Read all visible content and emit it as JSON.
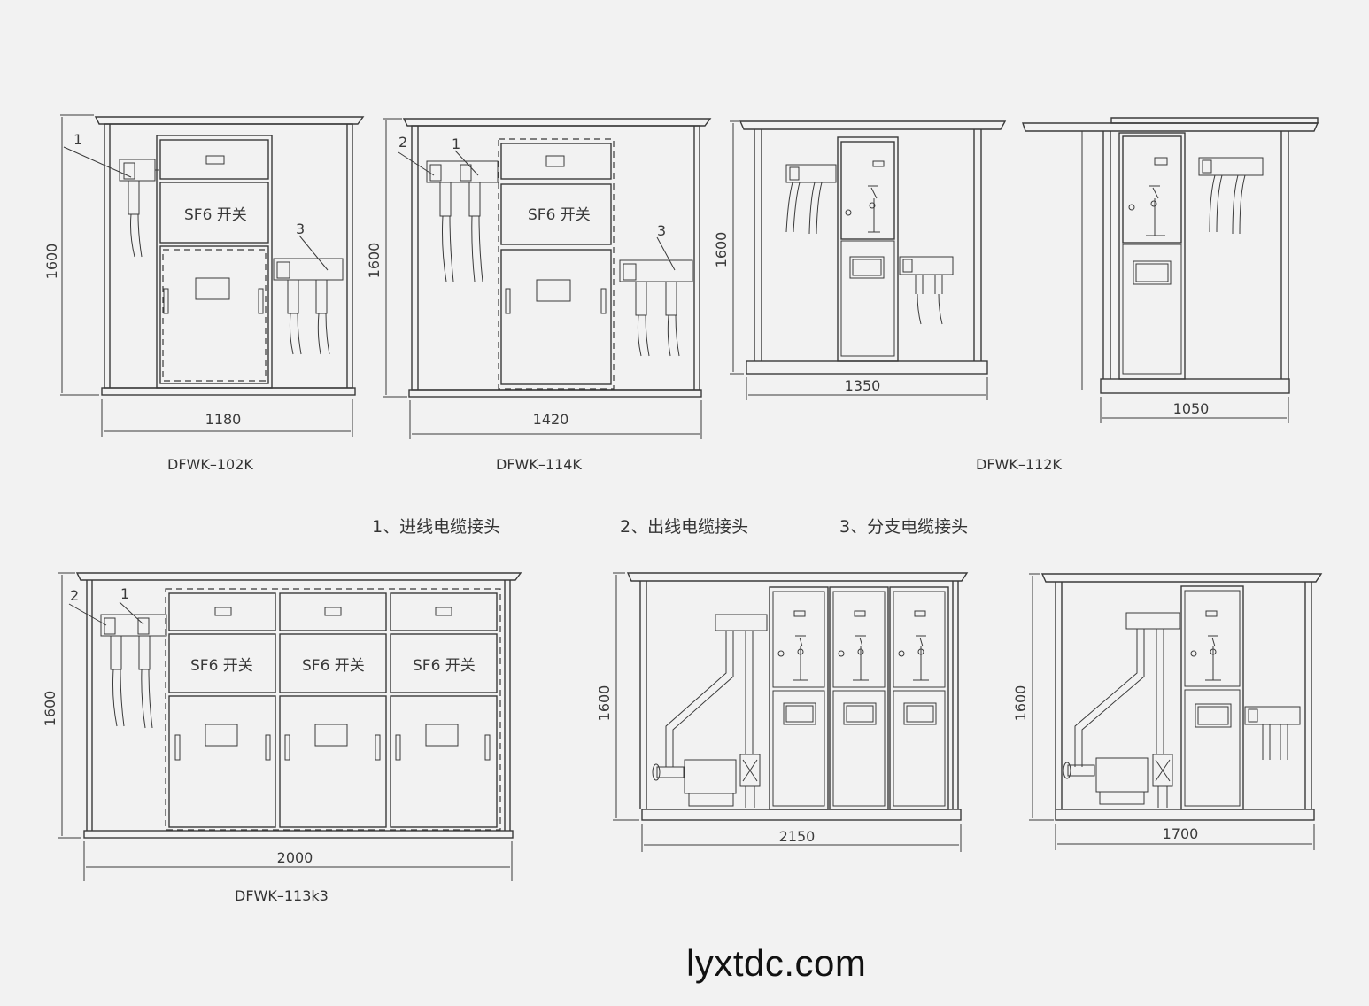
{
  "panels": {
    "p1": {
      "model": "DFWK–102K",
      "width": "1180",
      "height": "1600",
      "switch": [
        "SF6 开关"
      ],
      "callouts": [
        "1",
        "3"
      ]
    },
    "p2": {
      "model": "DFWK–114K",
      "width": "1420",
      "height": "1600",
      "switch": [
        "SF6 开关"
      ],
      "callouts": [
        "2",
        "1",
        "3"
      ]
    },
    "p3": {
      "width": "1350",
      "height": "1600"
    },
    "p4": {
      "model": "DFWK–112K",
      "width": "1050"
    },
    "p5": {
      "model": "DFWK–113k3",
      "width": "2000",
      "height": "1600",
      "switch": [
        "SF6 开关",
        "SF6 开关",
        "SF6 开关"
      ],
      "callouts": [
        "2",
        "1"
      ]
    },
    "p6": {
      "width": "2150",
      "height": "1600"
    },
    "p7": {
      "width": "1700",
      "height": "1600"
    }
  },
  "legend": [
    "1、进线电缆接头",
    "2、出线电缆接头",
    "3、分支电缆接头"
  ],
  "website": "lyxtdc.com"
}
